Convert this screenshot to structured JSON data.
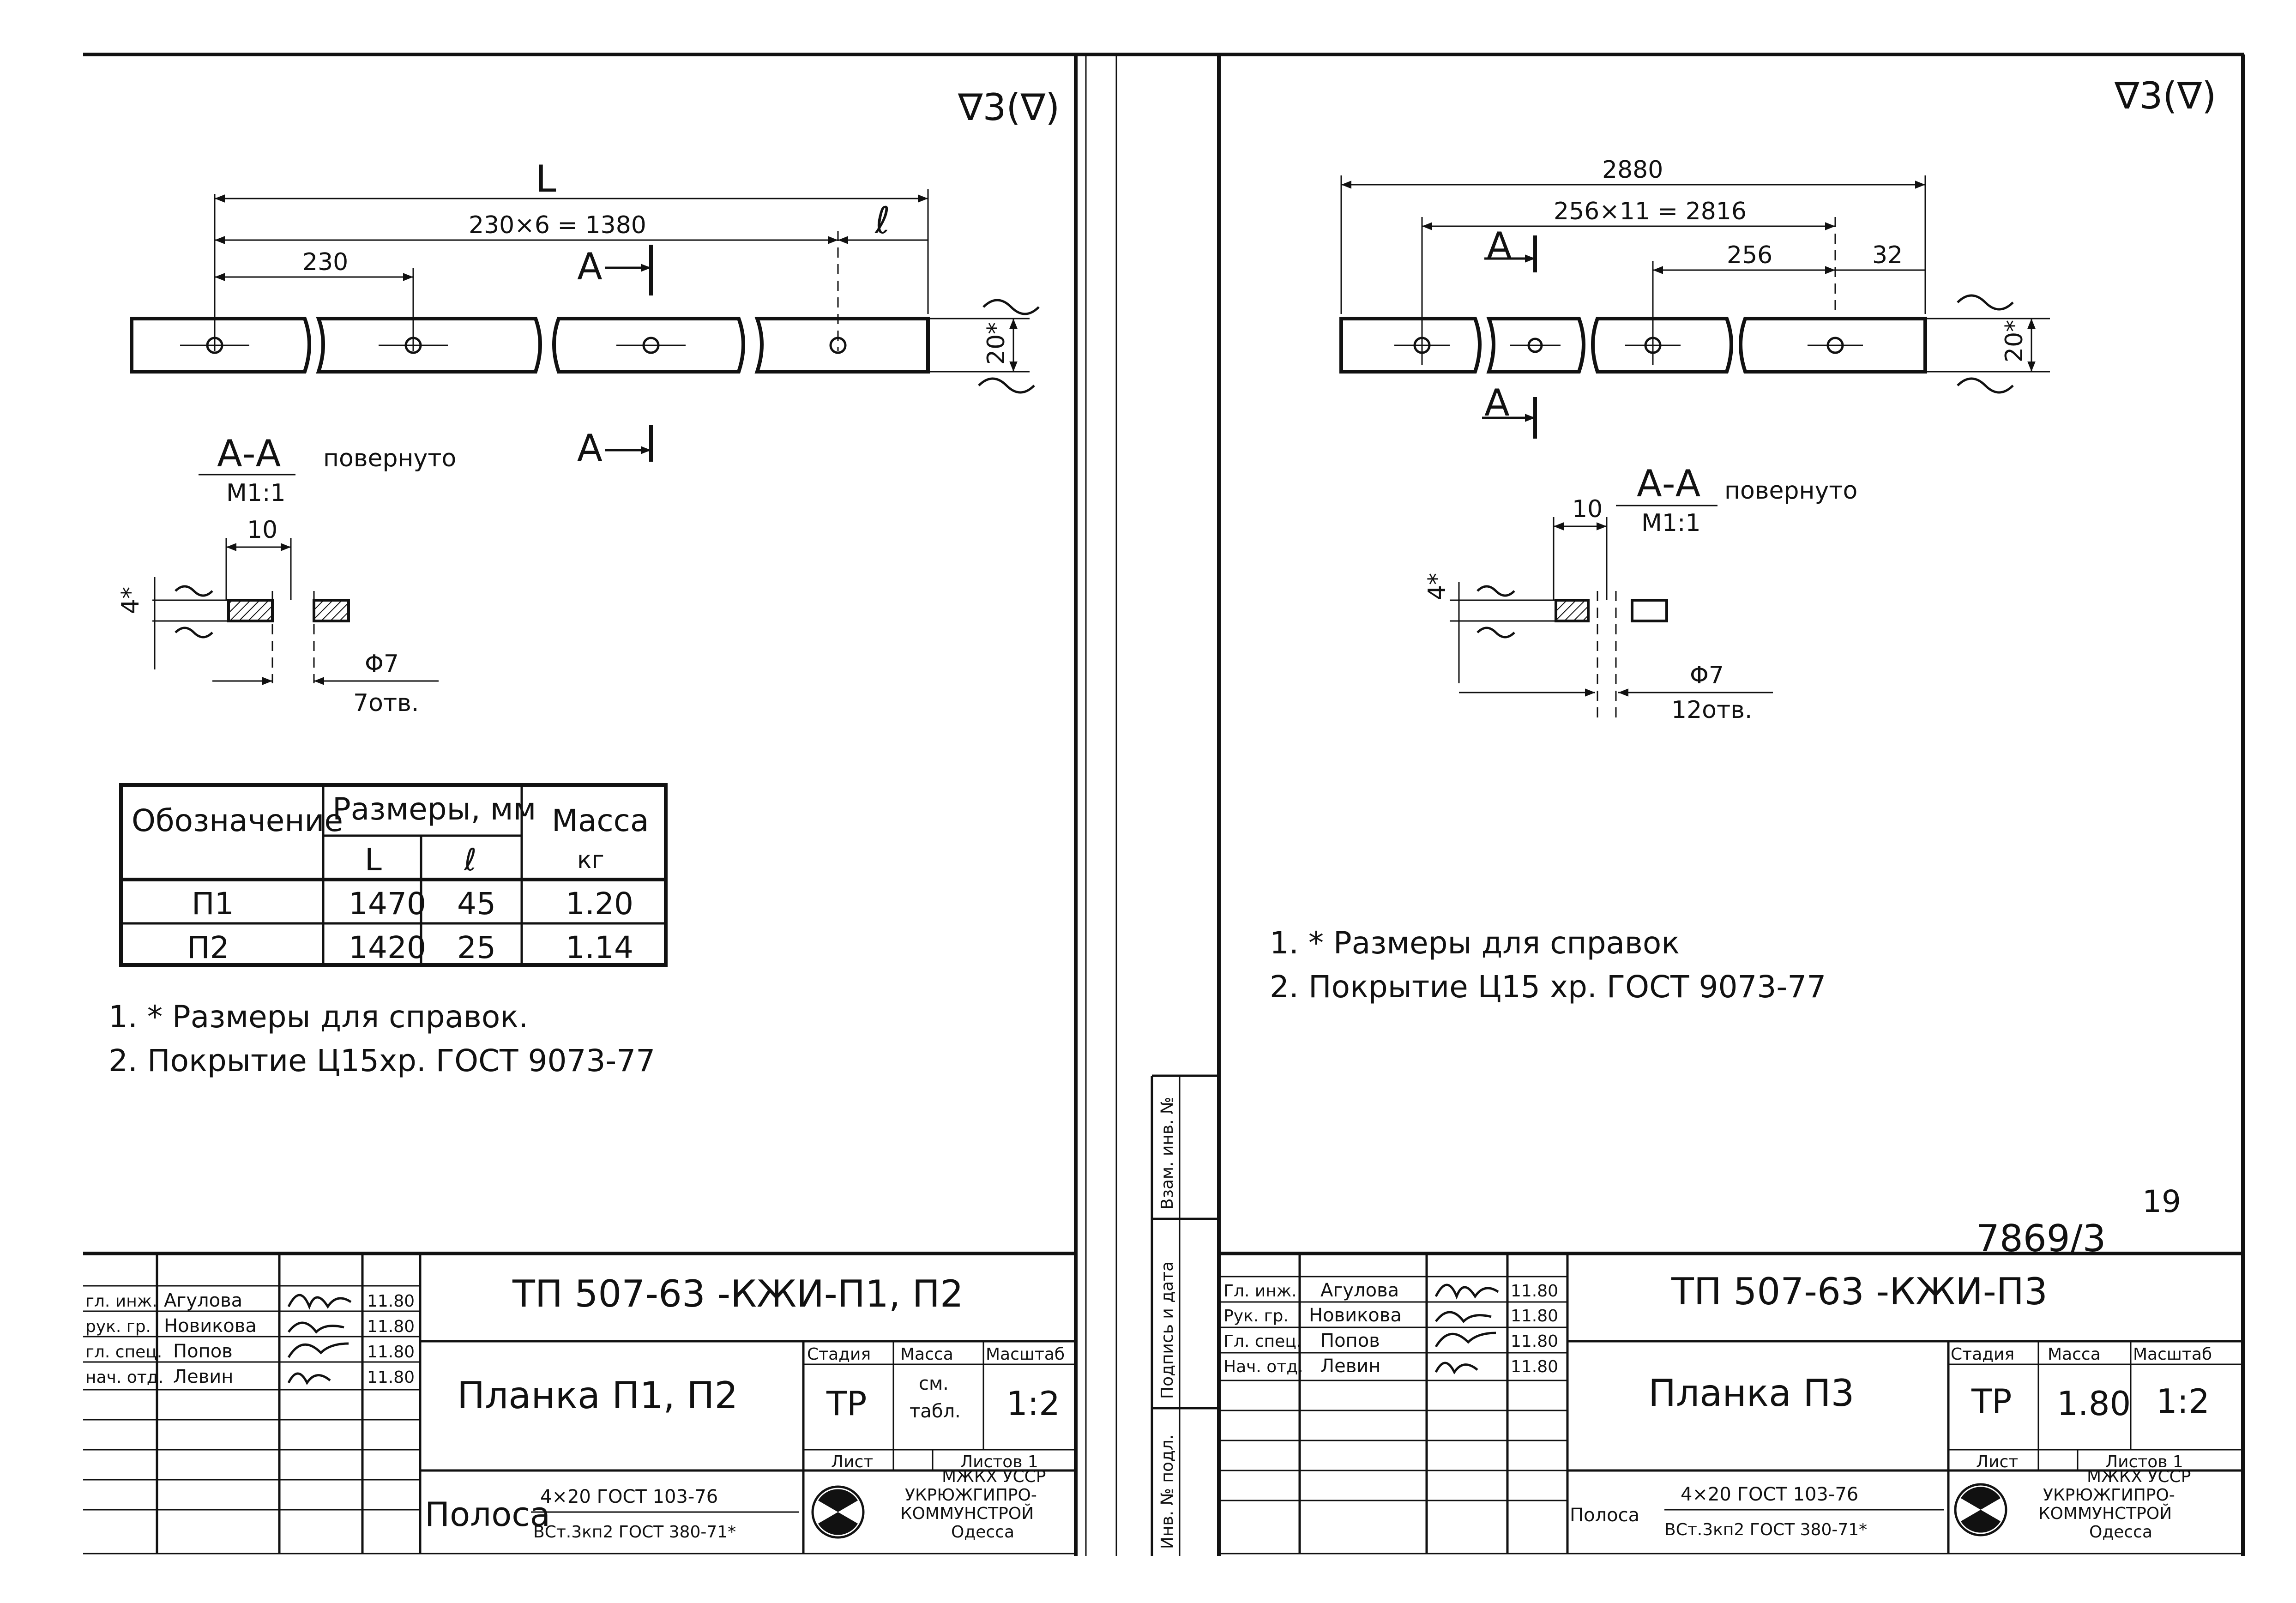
{
  "left_sheet": {
    "roughness": "∇3(∇)",
    "dims": {
      "L": "L",
      "chain": "230×6 = 1380",
      "first": "230",
      "l": "ℓ",
      "height": "20*",
      "cut_mark": "А"
    },
    "section": {
      "title": "А-А",
      "scale": "М1:1",
      "rotated": "повернуто",
      "width": "10",
      "thickness": "4*",
      "hole": "Φ7",
      "holes_count": "7отв."
    },
    "table": {
      "col_designation": "Обозначение",
      "col_sizes": "Размеры, мм",
      "col_mass": "Масса",
      "col_mass_unit": "кг",
      "sub_L": "L",
      "sub_l": "ℓ",
      "rows": [
        {
          "name": "П1",
          "L": "1470",
          "l": "45",
          "mass": "1.20"
        },
        {
          "name": "П2",
          "L": "1420",
          "l": "25",
          "mass": "1.14"
        }
      ]
    },
    "notes": [
      "1. * Размеры для справок.",
      "2. Покрытие  Ц15хр.  ГОСТ 9073-77"
    ],
    "title_block": {
      "roles": [
        "гл. инж.",
        "рук. гр.",
        "гл. спец.",
        "нач. отд."
      ],
      "names": [
        "Агулова",
        "Новикова",
        "Попов",
        "Левин"
      ],
      "dates": [
        "11.80",
        "11.80",
        "11.80",
        "11.80"
      ],
      "code": "ТП 507-63 -КЖИ-П1, П2",
      "name": "Планка  П1,  П2",
      "stage_h": "Стадия",
      "mass_h": "Масса",
      "scale_h": "Масштаб",
      "stage": "ТР",
      "mass_a": "см.",
      "mass_b": "табл.",
      "scale": "1:2",
      "sheet_h": "Лист",
      "sheets_h": "Листов 1",
      "material_word": "Полоса",
      "material_top": "4×20  ГОСТ 103-76",
      "material_bottom": "ВСт.3кп2 ГОСТ 380-71*",
      "org": [
        "МЖКХ УССР",
        "УКРЮЖГИПРО-",
        "КОММУНСТРОЙ",
        "Одесса"
      ]
    }
  },
  "left_margin": {
    "stamps": [
      "Взам. инв. №",
      "Подпись и дата",
      "Инв. № подл."
    ]
  },
  "right_sheet": {
    "roughness": "∇3(∇)",
    "dims": {
      "total": "2880",
      "chain": "256×11 = 2816",
      "pitch": "256",
      "end": "32",
      "height": "20*",
      "cut_mark": "А"
    },
    "section": {
      "title": "А-А",
      "scale": "М1:1",
      "rotated": "повернуто",
      "width": "10",
      "thickness": "4*",
      "hole": "Φ7",
      "holes_count": "12отв."
    },
    "notes": [
      "1. * Размеры  для  справок",
      "2. Покрытие   Ц15 хр.   ГОСТ 9073-77"
    ],
    "sheet_number": "19",
    "archive_number": "7869/3",
    "title_block": {
      "roles": [
        "Гл. инж.",
        "Рук. гр.",
        "Гл. спец.",
        "Нач. отд."
      ],
      "names": [
        "Агулова",
        "Новикова",
        "Попов",
        "Левин"
      ],
      "dates": [
        "11.80",
        "11.80",
        "11.80",
        "11.80"
      ],
      "code": "ТП 507-63 -КЖИ-П3",
      "name": "Планка  П3",
      "stage_h": "Стадия",
      "mass_h": "Масса",
      "scale_h": "Масштаб",
      "stage": "ТР",
      "mass": "1.80",
      "scale": "1:2",
      "sheet_h": "Лист",
      "sheets_h": "Листов 1",
      "material_word": "Полоса",
      "material_top": "4×20  ГОСТ 103-76",
      "material_bottom": "ВСт.3кп2 ГОСТ 380-71*",
      "org": [
        "МЖКХ УССР",
        "УКРЮЖГИПРО-",
        "КОММУНСТРОЙ",
        "Одесса"
      ]
    }
  }
}
